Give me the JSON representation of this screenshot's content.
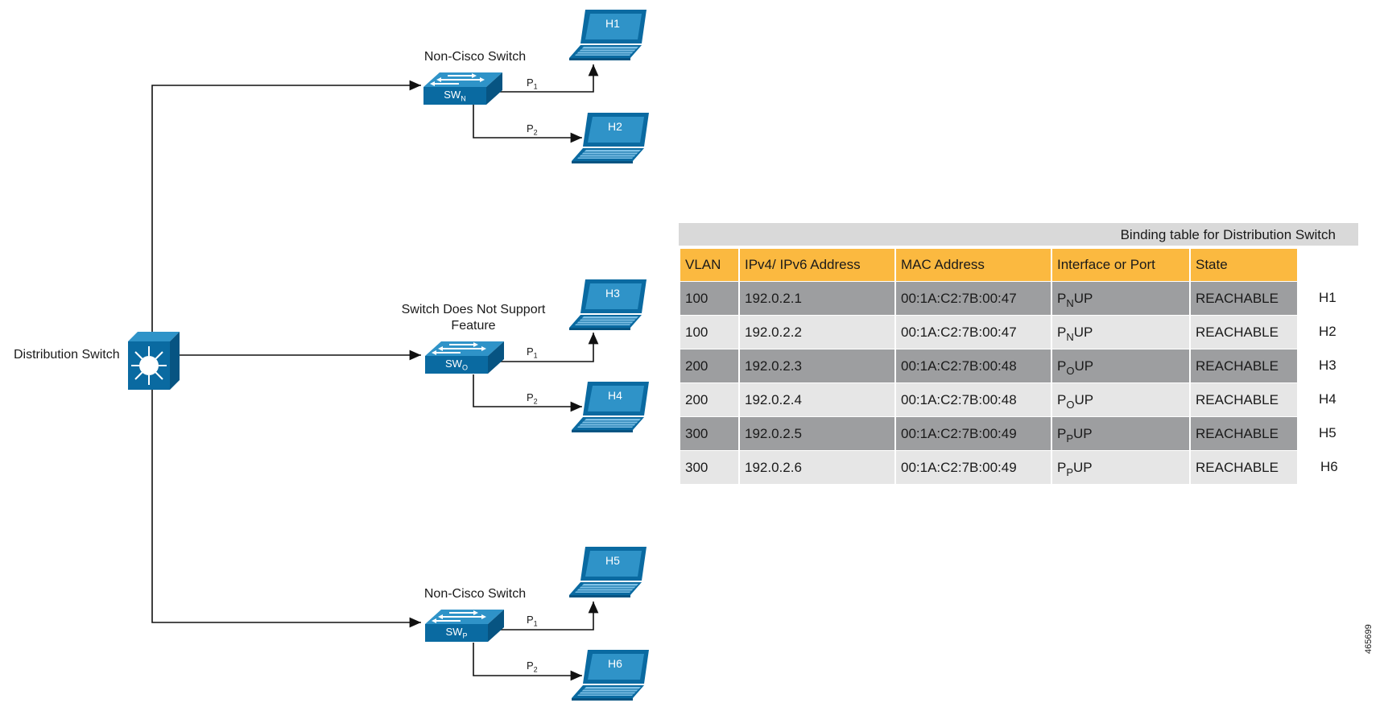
{
  "distribution_switch": {
    "label": "Distribution Switch"
  },
  "switches": [
    {
      "id": "sw-n",
      "title": "Non-Cisco Switch",
      "name": "SW",
      "subscript": "N",
      "port1": "P",
      "port1_sub": "1",
      "port2": "P",
      "port2_sub": "2",
      "hosts": [
        "H1",
        "H2"
      ]
    },
    {
      "id": "sw-o",
      "title": "Switch Does Not Support Feature",
      "name": "SW",
      "subscript": "O",
      "port1": "P",
      "port1_sub": "1",
      "port2": "P",
      "port2_sub": "2",
      "hosts": [
        "H3",
        "H4"
      ]
    },
    {
      "id": "sw-p",
      "title": "Non-Cisco Switch",
      "name": "SW",
      "subscript": "P",
      "port1": "P",
      "port1_sub": "1",
      "port2": "P",
      "port2_sub": "2",
      "hosts": [
        "H5",
        "H6"
      ]
    }
  ],
  "binding_table": {
    "title": "Binding table for Distribution Switch",
    "columns": [
      "VLAN",
      "IPv4/ IPv6 Address",
      "MAC Address",
      "Interface or Port",
      "State"
    ],
    "rows": [
      {
        "vlan": "100",
        "ip": "192.0.2.1",
        "mac": "00:1A:C2:7B:00:47",
        "port": "P",
        "port_sub": "N",
        "port_state": "UP",
        "state": "REACHABLE",
        "host": "H1"
      },
      {
        "vlan": "100",
        "ip": "192.0.2.2",
        "mac": "00:1A:C2:7B:00:47",
        "port": "P",
        "port_sub": "N",
        "port_state": "UP",
        "state": "REACHABLE",
        "host": "H2"
      },
      {
        "vlan": "200",
        "ip": "192.0.2.3",
        "mac": "00:1A:C2:7B:00:48",
        "port": "P",
        "port_sub": "O",
        "port_state": "UP",
        "state": "REACHABLE",
        "host": "H3"
      },
      {
        "vlan": "200",
        "ip": "192.0.2.4",
        "mac": "00:1A:C2:7B:00:48",
        "port": "P",
        "port_sub": "O",
        "port_state": "UP",
        "state": "REACHABLE",
        "host": "H4"
      },
      {
        "vlan": "300",
        "ip": "192.0.2.5",
        "mac": "00:1A:C2:7B:00:49",
        "port": "P",
        "port_sub": "P",
        "port_state": "UP",
        "state": "REACHABLE",
        "host": "H5"
      },
      {
        "vlan": "300",
        "ip": "192.0.2.6",
        "mac": "00:1A:C2:7B:00:49",
        "port": "P",
        "port_sub": "P",
        "port_state": "UP",
        "state": "REACHABLE",
        "host": "H6"
      }
    ]
  },
  "figure_number": "465699",
  "colors": {
    "device_blue": "#0a6aa1",
    "device_light": "#2f93c8",
    "header_orange": "#fbb940",
    "row_dark": "#9d9ea0",
    "row_light": "#e6e6e6",
    "title_bar": "#d9d9d9"
  }
}
